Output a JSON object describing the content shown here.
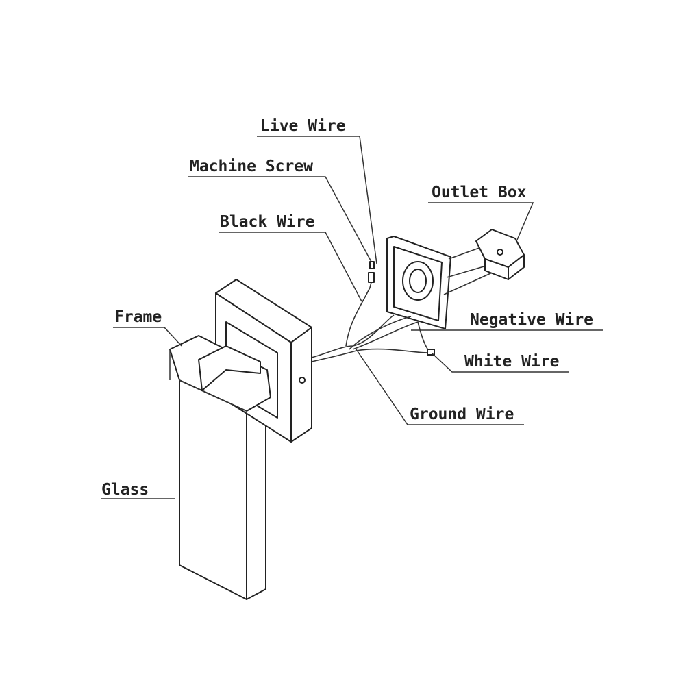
{
  "labels": {
    "live_wire": "Live Wire",
    "machine_screw": "Machine Screw",
    "black_wire": "Black Wire",
    "outlet_box": "Outlet Box",
    "frame": "Frame",
    "negative_wire": "Negative Wire",
    "white_wire": "White Wire",
    "ground_wire": "Ground Wire",
    "glass": "Glass"
  }
}
